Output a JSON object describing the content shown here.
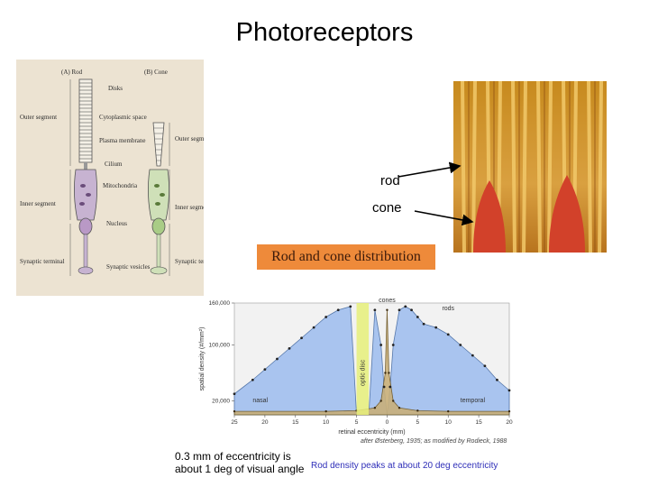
{
  "title": "Photoreceptors",
  "figure_left": {
    "panel_a": "(A) Rod",
    "panel_b": "(B) Cone",
    "labels": {
      "disks": "Disks",
      "outer_segment": "Outer segment",
      "cytoplasmic_space": "Cytoplasmic space",
      "plasma_membrane": "Plasma membrane",
      "cilium": "Cilium",
      "mitochondria": "Mitochondria",
      "inner_segment": "Inner segment",
      "nucleus": "Nucleus",
      "synaptic_terminal": "Synaptic terminal",
      "synaptic_vesicles": "Synaptic vesicles"
    }
  },
  "micrograph": {
    "rod_label": "rod",
    "cone_label": "cone"
  },
  "distribution": {
    "header": "Rod and cone distribution",
    "credit": "after Østerberg, 1935; as modified by Rodieck, 1988",
    "note_left": "0.3 mm of eccentricity is about 1 deg of visual angle",
    "note_right": "Rod density peaks at about 20 deg eccentricity"
  },
  "chart_data": {
    "type": "area",
    "ylabel": "spatial density (#/mm²)",
    "xlabel": "retinal eccentricity (mm)",
    "ylim": [
      0,
      160000
    ],
    "xlim": [
      -25,
      20
    ],
    "x_tick_labels": [
      "25",
      "20",
      "15",
      "10",
      "5",
      "0",
      "5",
      "10",
      "15",
      "20"
    ],
    "x_ticks": [
      -25,
      -20,
      -15,
      -10,
      -5,
      0,
      5,
      10,
      15,
      20
    ],
    "y_ticks": [
      20000,
      100000,
      160000
    ],
    "y_tick_labels": [
      "20,000",
      "100,000",
      "160,000"
    ],
    "annotations": {
      "nasal": "nasal",
      "temporal": "temporal",
      "optic_disc": "optic disc",
      "cones": "cones",
      "rods": "rods"
    },
    "series": [
      {
        "name": "rods",
        "x": [
          -25,
          -22,
          -20,
          -18,
          -16,
          -14,
          -12,
          -10,
          -8,
          -6,
          -5,
          -4,
          -3,
          -2,
          -1,
          -0.5,
          0,
          0.5,
          1,
          2,
          3,
          4,
          5,
          6,
          8,
          10,
          12,
          14,
          16,
          18,
          20
        ],
        "values": [
          30000,
          50000,
          65000,
          80000,
          95000,
          110000,
          125000,
          140000,
          150000,
          155000,
          0,
          0,
          0,
          150000,
          100000,
          40000,
          0,
          40000,
          100000,
          150000,
          155000,
          150000,
          140000,
          130000,
          125000,
          115000,
          100000,
          85000,
          70000,
          50000,
          35000
        ]
      },
      {
        "name": "cones",
        "x": [
          -25,
          -10,
          -5,
          -2,
          -1,
          -0.3,
          0,
          0.3,
          1,
          2,
          5,
          10,
          20
        ],
        "values": [
          5000,
          5000,
          6000,
          10000,
          20000,
          60000,
          150000,
          60000,
          20000,
          10000,
          6000,
          5000,
          5000
        ]
      }
    ],
    "optic_disc_range": [
      -5,
      -3
    ]
  }
}
